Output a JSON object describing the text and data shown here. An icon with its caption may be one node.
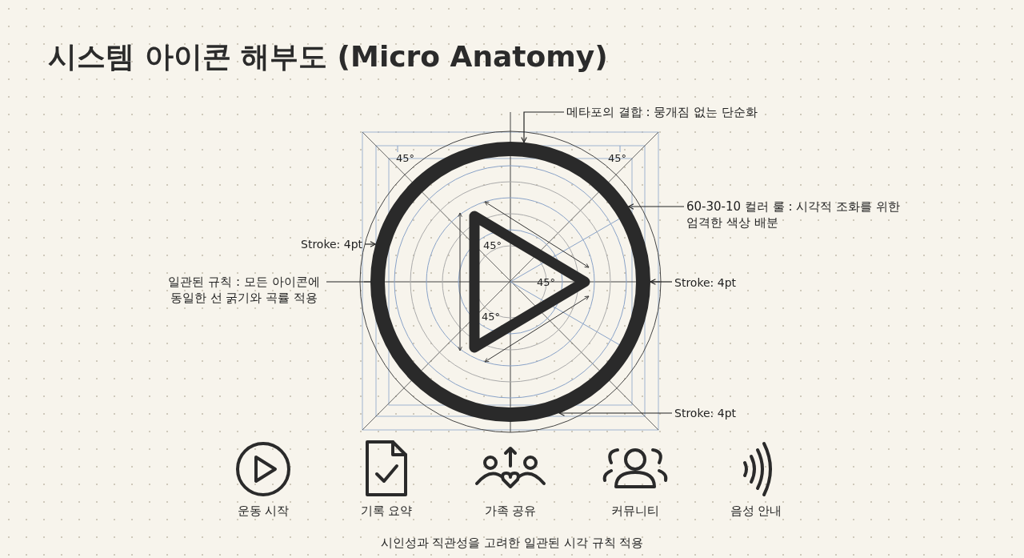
{
  "diagram": {
    "title": "시스템 아이콘 해부도 (Micro Anatomy)",
    "caption": "시인성과 직관성을 고려한 일관된 시각 규칙 적용",
    "nodes": [
      {
        "text": [
          "메타포의 결합 : 뭉개짐 없는 단순화"
        ]
      },
      {
        "text": [
          "60-30-10 컬러 룰 : 시각적 조화를 위한 엄격한 색상 배분"
        ]
      },
      {
        "text": [
          "Stroke: 4pt"
        ]
      },
      {
        "text": [
          "일관된 규칙 : 모든 아이콘에 동일한 선 굵기와 곡률 적용"
        ]
      },
      {
        "text": [
          "Stroke: 4pt"
        ]
      },
      {
        "text": [
          "Stroke: 4pt"
        ]
      },
      {
        "text": [],
        "shape": "circle"
      }
    ],
    "edges": [
      {
        "from": 0,
        "to": 6,
        "arrow": "to"
      },
      {
        "from": 1,
        "to": 6,
        "arrow": "to"
      },
      {
        "from": 2,
        "to": 6,
        "arrow": "to"
      },
      {
        "from": 3,
        "to": 6,
        "arrow": "none"
      },
      {
        "from": 4,
        "to": 6,
        "arrow": "to"
      },
      {
        "from": 5,
        "to": 6,
        "arrow": "to"
      }
    ],
    "labels": [
      "45°",
      "45°",
      "45°",
      "45°",
      "45°",
      "운동 시작",
      "기록 요약",
      "가족 공유",
      "커뮤니티",
      "음성 안내"
    ]
  }
}
